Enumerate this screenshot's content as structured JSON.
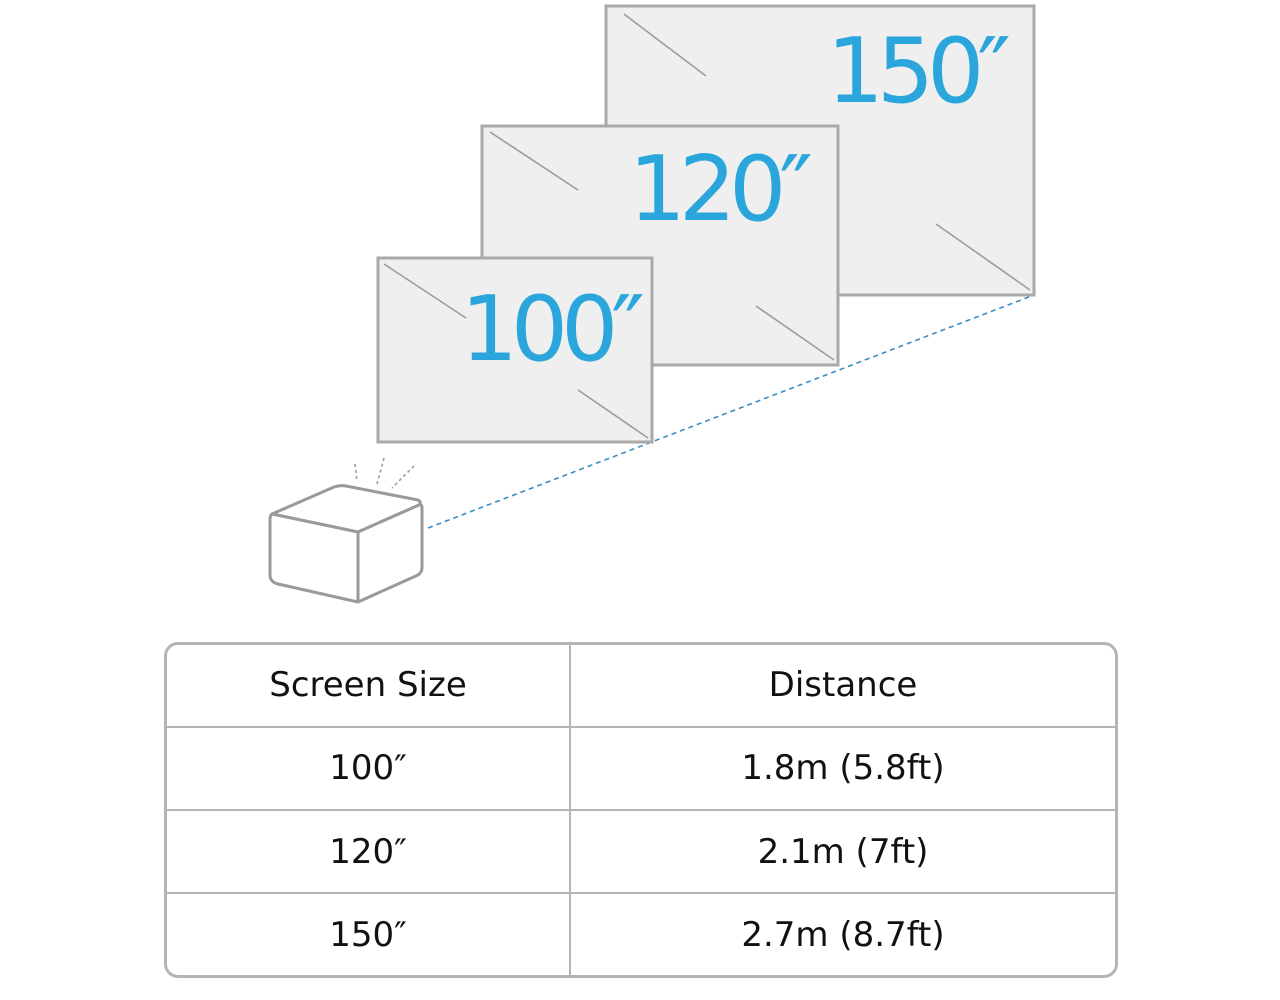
{
  "colors": {
    "accent": "#2ba6dd",
    "screen_fill": "#efefef",
    "outline": "#a9a9a9",
    "beam": "#3a8cc2"
  },
  "screens": [
    {
      "label": "150″"
    },
    {
      "label": "120″"
    },
    {
      "label": "100″"
    }
  ],
  "table": {
    "headers": [
      "Screen Size",
      "Distance"
    ],
    "rows": [
      [
        "100″",
        "1.8m (5.8ft)"
      ],
      [
        "120″",
        "2.1m (7ft)"
      ],
      [
        "150″",
        "2.7m (8.7ft)"
      ]
    ]
  }
}
